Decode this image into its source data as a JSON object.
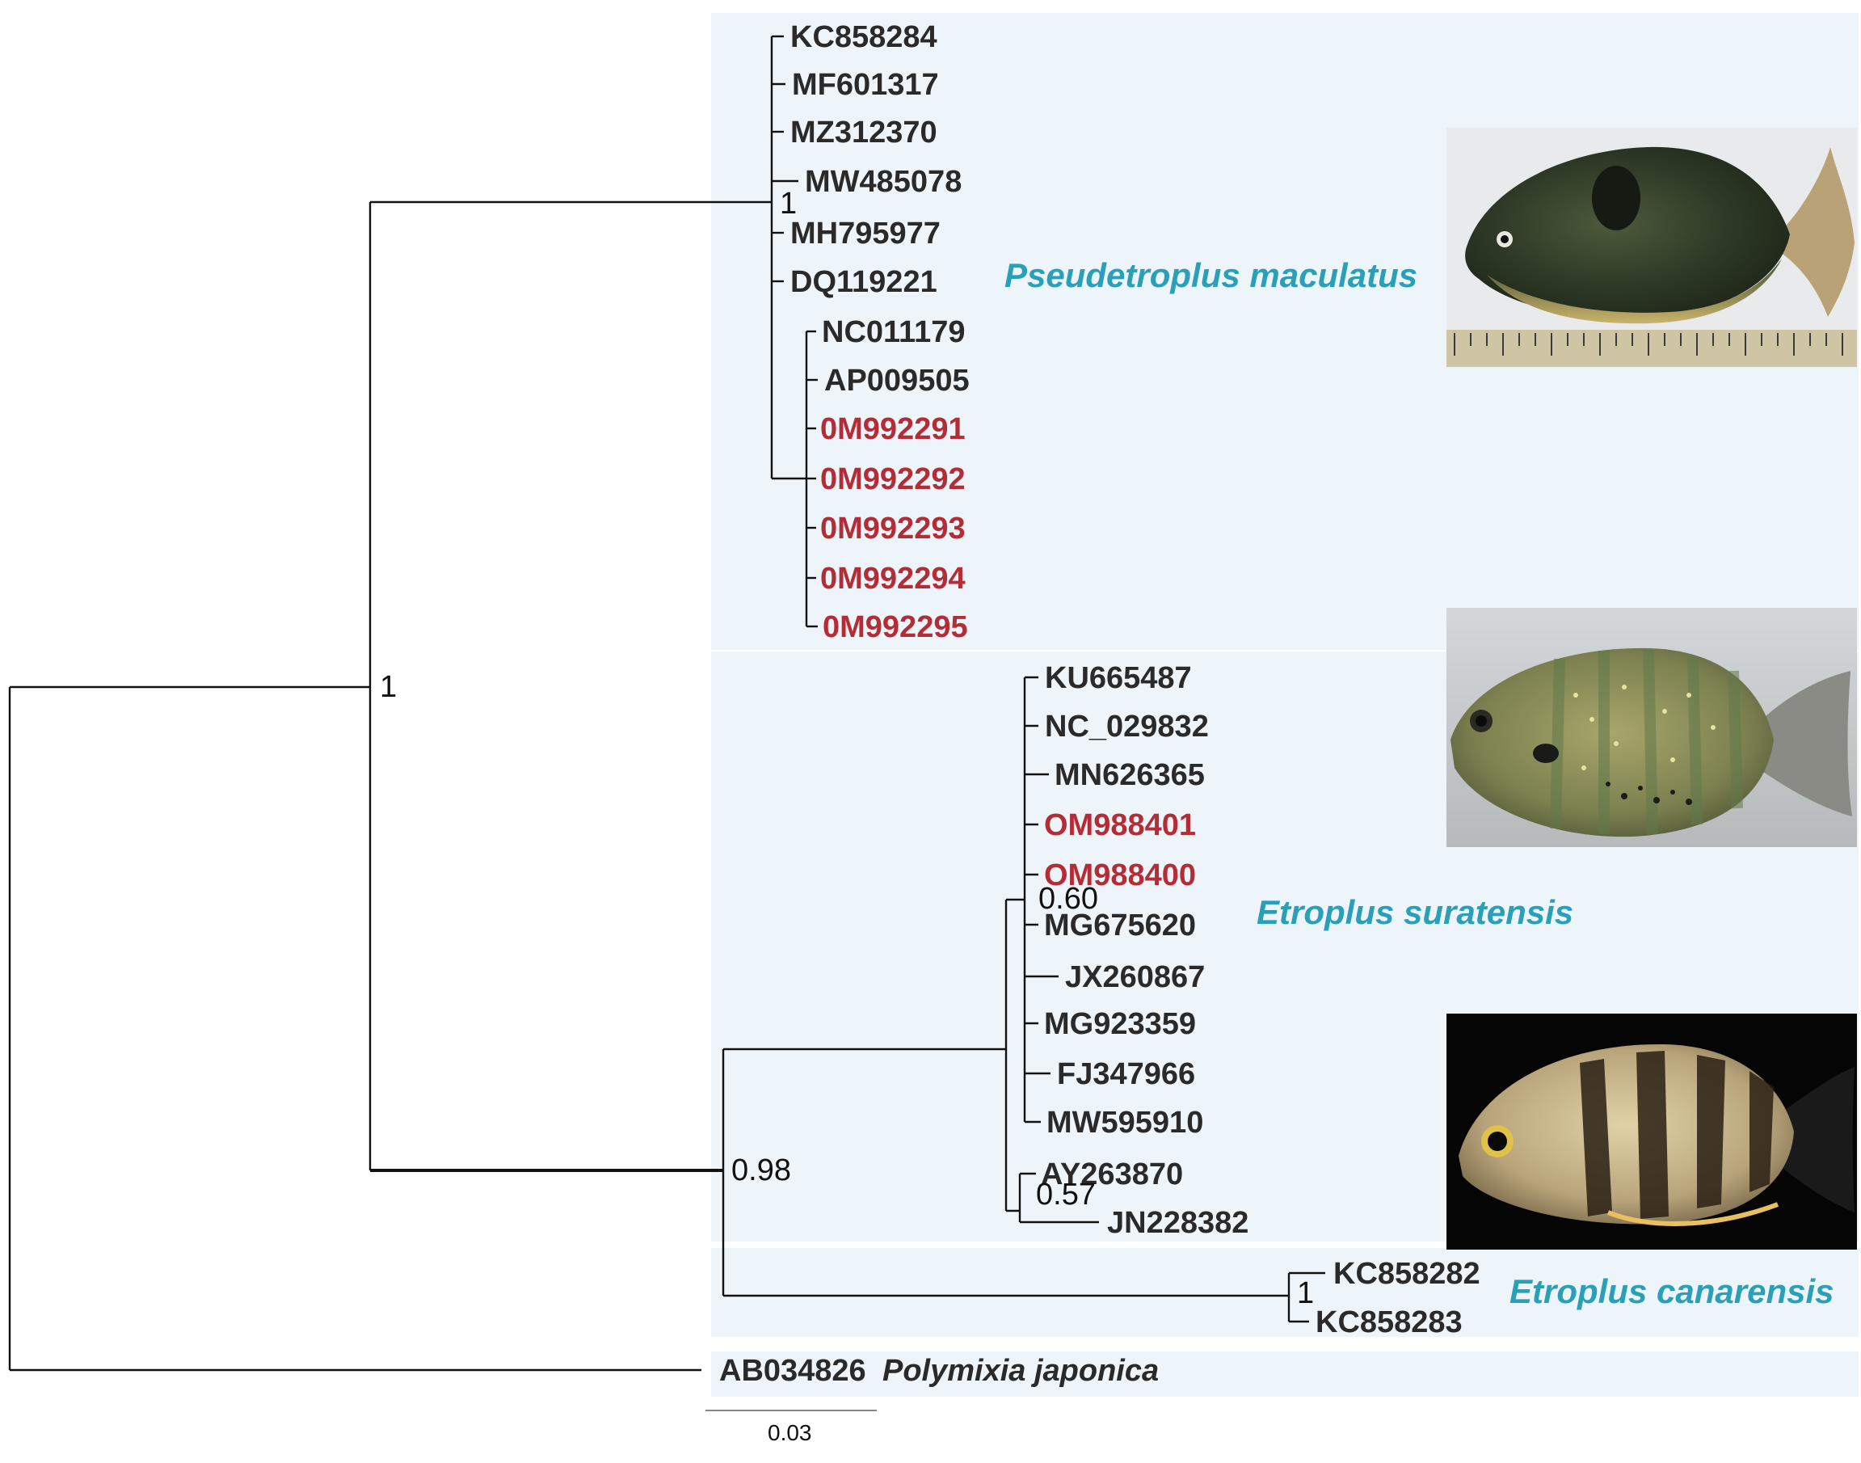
{
  "clades": {
    "pseudetroplus": {
      "species": "Pseudetroplus maculatus",
      "support": "1",
      "leaves": [
        "KC858284",
        "MF601317",
        "MZ312370",
        "MW485078",
        "MH795977",
        "DQ119221",
        "NC011179",
        "AP009505",
        "0M992291",
        "0M992292",
        "0M992293",
        "0M992294",
        "0M992295"
      ]
    },
    "suratensis": {
      "species": "Etroplus suratensis",
      "support_inner": "0.60",
      "support_ay": "0.57",
      "leaves": [
        "KU665487",
        "NC_029832",
        "MN626365",
        "OM988401",
        "OM988400",
        "MG675620",
        "JX260867",
        "MG923359",
        "FJ347966",
        "MW595910",
        "AY263870",
        "JN228382"
      ]
    },
    "canarensis": {
      "species": "Etroplus canarensis",
      "support": "1",
      "leaves": [
        "KC858282",
        "KC858283"
      ]
    }
  },
  "support_root_ingroup": "1",
  "support_etroplus": "0.98",
  "outgroup": {
    "accession": "AB034826",
    "species": "Polymixia japonica"
  },
  "scale": {
    "label": "0.03"
  },
  "highlight_color": "#b32c36",
  "species_color": "#2a9fb8",
  "images": [
    "fish-photo-pseudetroplus",
    "fish-photo-suratensis",
    "fish-photo-canarensis"
  ]
}
